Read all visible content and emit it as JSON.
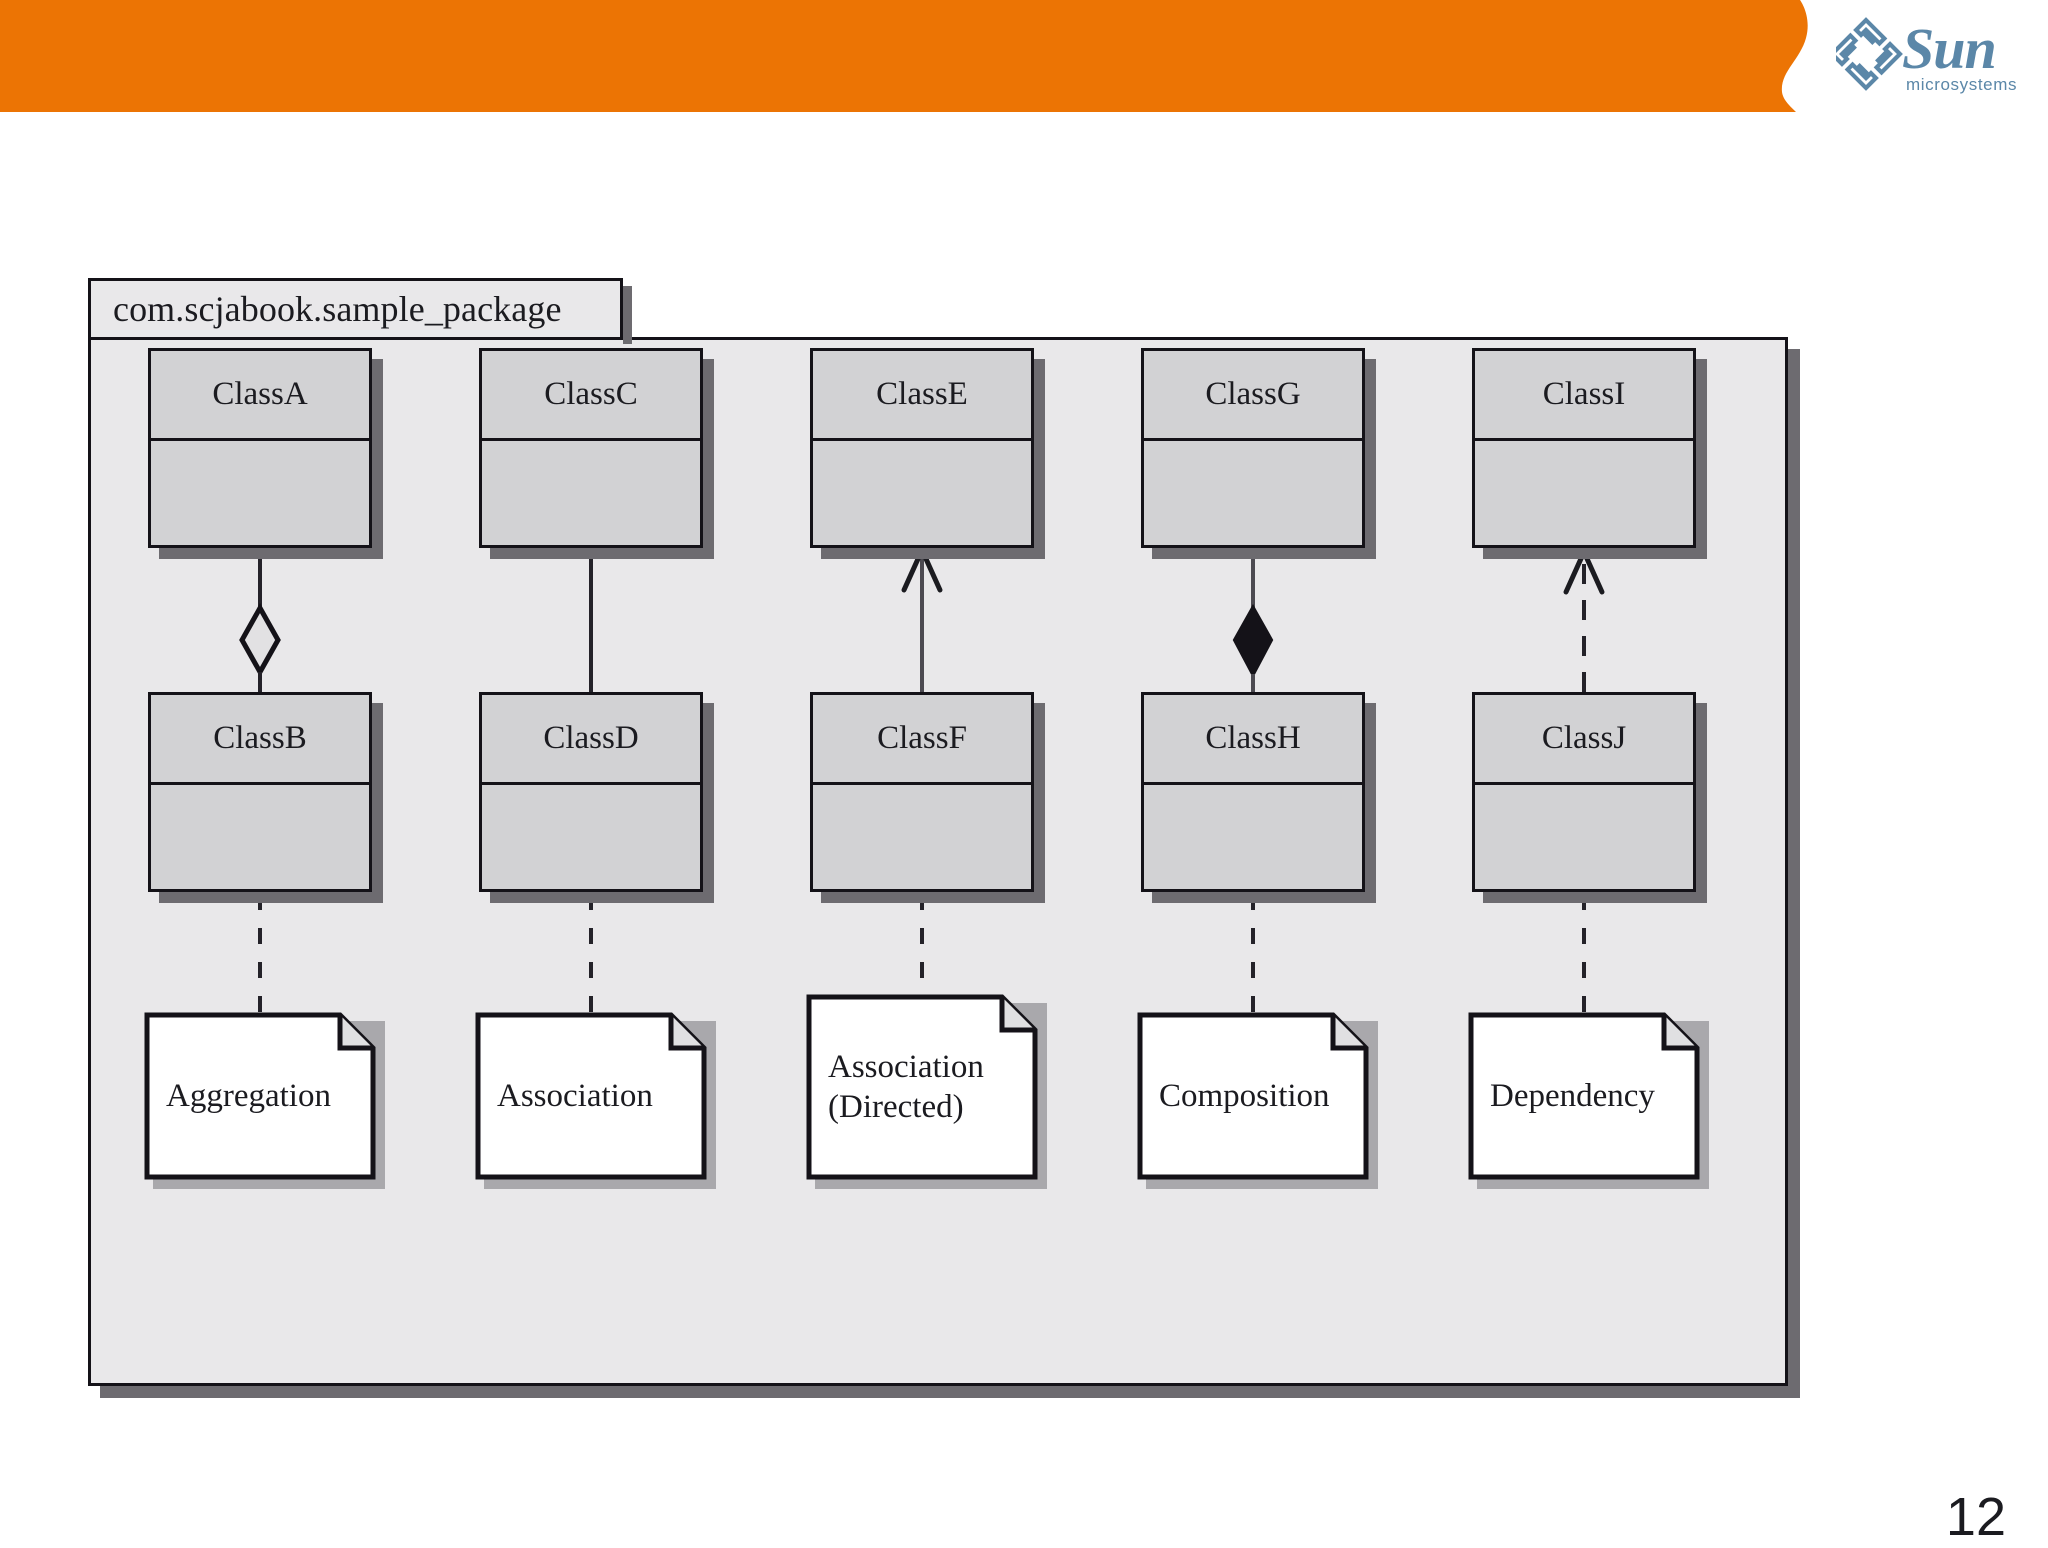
{
  "slide": {
    "page_number": "12",
    "accent_color": "#EC7404",
    "brand": {
      "name": "Sun",
      "tagline": "microsystems",
      "logo_color": "#5B87A8"
    }
  },
  "package": {
    "label": "com.scjabook.sample_package",
    "fill_color": "#E9E8EA",
    "border_color": "#141218",
    "shadow_color": "#6D6B70"
  },
  "classes": {
    "fill_color": "#D2D2D4",
    "border_color": "#141218",
    "top_row": [
      {
        "name": "ClassA"
      },
      {
        "name": "ClassC"
      },
      {
        "name": "ClassE"
      },
      {
        "name": "ClassG"
      },
      {
        "name": "ClassI"
      }
    ],
    "bottom_row": [
      {
        "name": "ClassB"
      },
      {
        "name": "ClassD"
      },
      {
        "name": "ClassF"
      },
      {
        "name": "ClassH"
      },
      {
        "name": "ClassJ"
      }
    ]
  },
  "notes": [
    {
      "lines": [
        "Aggregation"
      ]
    },
    {
      "lines": [
        "Association"
      ]
    },
    {
      "lines": [
        "Association",
        "(Directed)"
      ]
    },
    {
      "lines": [
        "Composition"
      ]
    },
    {
      "lines": [
        "Dependency"
      ]
    }
  ],
  "relationships": [
    {
      "kind": "aggregation",
      "from": "ClassA",
      "to": "ClassB",
      "line_style": "solid",
      "end_marker": "hollow-diamond",
      "note": "Aggregation"
    },
    {
      "kind": "association",
      "from": "ClassC",
      "to": "ClassD",
      "line_style": "solid",
      "end_marker": "none",
      "note": "Association"
    },
    {
      "kind": "association-directed",
      "from": "ClassF",
      "to": "ClassE",
      "line_style": "solid",
      "end_marker": "open-arrow",
      "note": "Association (Directed)"
    },
    {
      "kind": "composition",
      "from": "ClassG",
      "to": "ClassH",
      "line_style": "solid",
      "end_marker": "filled-diamond",
      "note": "Composition"
    },
    {
      "kind": "dependency",
      "from": "ClassJ",
      "to": "ClassI",
      "line_style": "dashed",
      "end_marker": "open-arrow",
      "note": "Dependency"
    }
  ],
  "note_links": {
    "line_style": "dashed",
    "description": "Each note is attached to the lower class of its column by a dashed anchor line."
  }
}
